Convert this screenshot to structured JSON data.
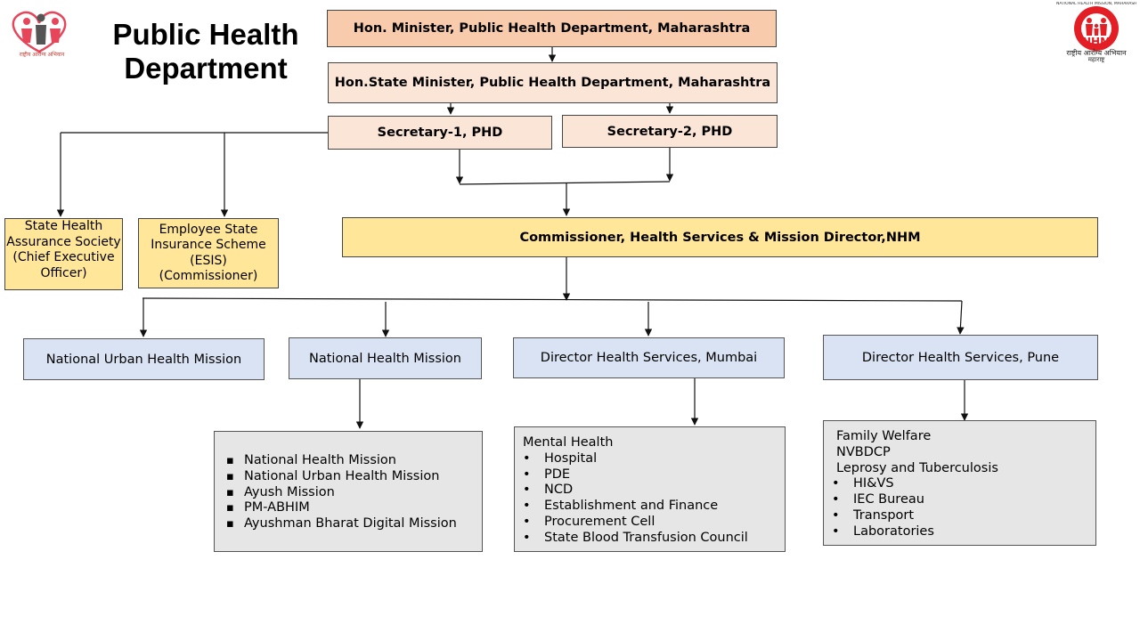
{
  "page_title": "Public Health Department",
  "logos": {
    "left_caption": "राष्ट्रीय आरोग्य अभियान",
    "right_arc_text": "NATIONAL HEALTH MISSION, MAHARASHTRA",
    "right_acronym": "NHM",
    "right_tagline": "राष्ट्रीय आरोग्य अभियान",
    "right_tagline2": "महाराष्ट्र"
  },
  "nodes": {
    "minister": "Hon. Minister, Public Health Department, Maharashtra",
    "state_minister": "Hon.State Minister, Public Health Department, Maharashtra",
    "secretary1": "Secretary-1, PHD",
    "secretary2": "Secretary-2, PHD",
    "shas": "State Health Assurance Society (Chief Executive Officer)",
    "esis": "Employee State Insurance Scheme (ESIS) (Commissioner)",
    "commissioner": "Commissioner, Health Services & Mission Director,NHM",
    "nuhm": "National Urban Health Mission",
    "nhm": "National Health Mission",
    "dhs_mumbai": "Director Health Services, Mumbai",
    "dhs_pune": "Director Health Services, Pune"
  },
  "nhm_list": [
    "National Health Mission",
    "National Urban Health Mission",
    "Ayush Mission",
    "PM-ABHIM",
    "Ayushman Bharat Digital Mission"
  ],
  "mumbai_box": {
    "heading": "Mental Health",
    "items": [
      "Hospital",
      "PDE",
      "NCD",
      "Establishment and Finance",
      "Procurement Cell",
      "State Blood Transfusion Council"
    ]
  },
  "pune_box": {
    "headings": [
      "Family Welfare",
      "NVBDCP",
      "Leprosy and Tuberculosis"
    ],
    "items": [
      "HI&VS",
      "IEC Bureau",
      "Transport",
      "Laboratories"
    ]
  },
  "colors": {
    "minister": "#f8cbad",
    "secretary": "#fbe5d6",
    "commissioner": "#ffe699",
    "directorate": "#dae3f3",
    "detail": "#e7e6e6",
    "logo_red": "#e31e24"
  }
}
